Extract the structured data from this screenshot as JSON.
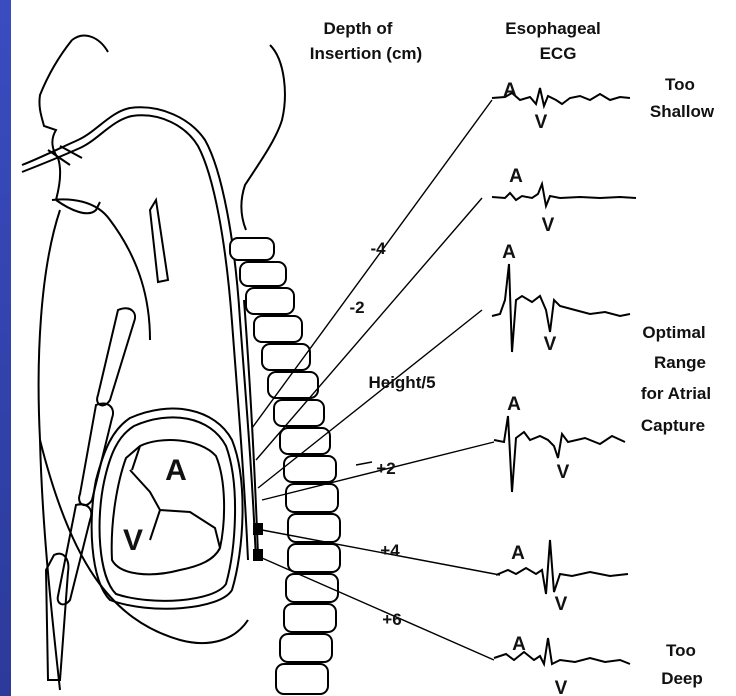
{
  "headers": {
    "depth_line1": "Depth of",
    "depth_line2": "Insertion (cm)",
    "ecg_line1": "Esophageal",
    "ecg_line2": "ECG"
  },
  "depths": [
    "-4",
    "-2",
    "Height/5",
    "+2",
    "+4",
    "+6"
  ],
  "wave_labels": {
    "a": "A",
    "v": "V"
  },
  "heart_labels": {
    "atrium": "A",
    "ventricle": "V"
  },
  "side_labels": {
    "too_shallow_1": "Too",
    "too_shallow_2": "Shallow",
    "optimal_1": "Optimal",
    "optimal_2": "Range",
    "optimal_3": "for Atrial",
    "optimal_4": "Capture",
    "too_deep_1": "Too",
    "too_deep_2": "Deep"
  }
}
